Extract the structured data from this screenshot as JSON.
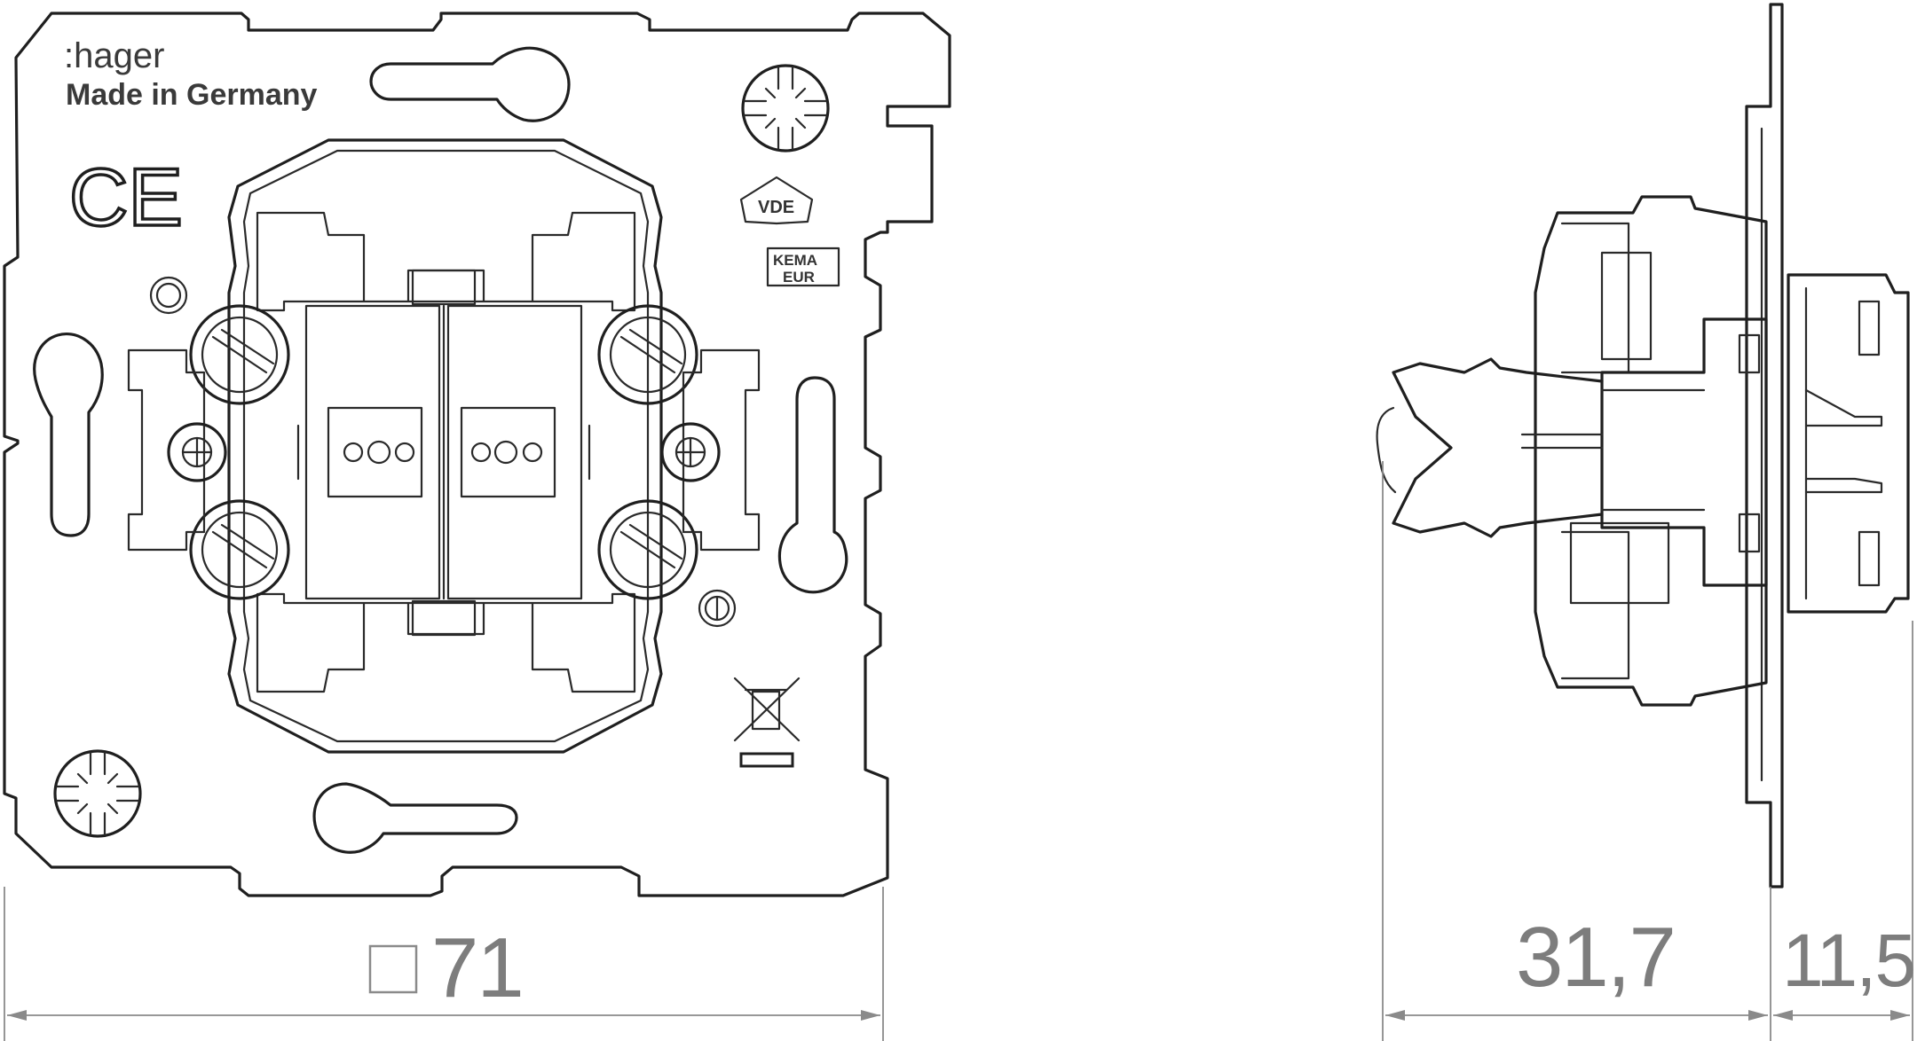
{
  "front_view": {
    "brand": ":hager",
    "origin": "Made in Germany",
    "ce_mark": "CE",
    "vde_mark": "VDE",
    "kema_mark_line1": "KEMA",
    "kema_mark_line2": "EUR",
    "weee_icon": "crossed-out-bin-icon",
    "width_dimension": "71",
    "square_symbol": "square-symbol-icon"
  },
  "side_view": {
    "depth_dimension": "31,7",
    "front_dimension": "11,5"
  },
  "colors": {
    "line": "#1f1f1f",
    "dimension": "#8a8a8a",
    "background": "#ffffff"
  }
}
